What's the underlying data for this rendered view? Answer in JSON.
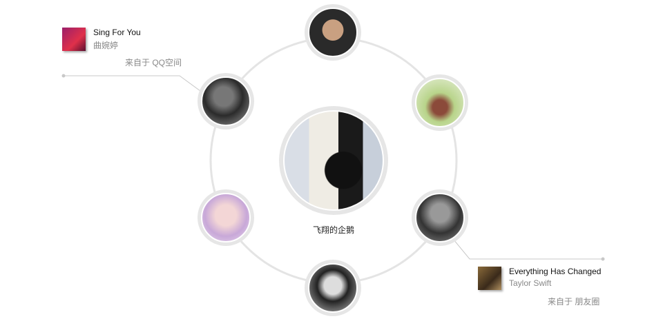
{
  "center_user": {
    "name": "飞翔的企鹅"
  },
  "friends": [
    {
      "position": "top",
      "icon": "avatar-man-glasses"
    },
    {
      "position": "top-right",
      "icon": "avatar-girl-ponytail"
    },
    {
      "position": "bottom-right",
      "icon": "avatar-man-hand"
    },
    {
      "position": "bottom",
      "icon": "avatar-girl-bw"
    },
    {
      "position": "bottom-left",
      "icon": "avatar-peace-sign"
    },
    {
      "position": "top-left",
      "icon": "avatar-boy-laptop"
    }
  ],
  "shares": [
    {
      "song": "Sing For You",
      "artist": "曲婉婷",
      "source": "来自于 QQ空间"
    },
    {
      "song": "Everything Has Changed",
      "artist": "Taylor Swift",
      "source": "来自于 朋友圈"
    }
  ],
  "colors": {
    "ring": "#e4e4e4",
    "connector": "#c8c8c8",
    "muted": "#888888"
  }
}
